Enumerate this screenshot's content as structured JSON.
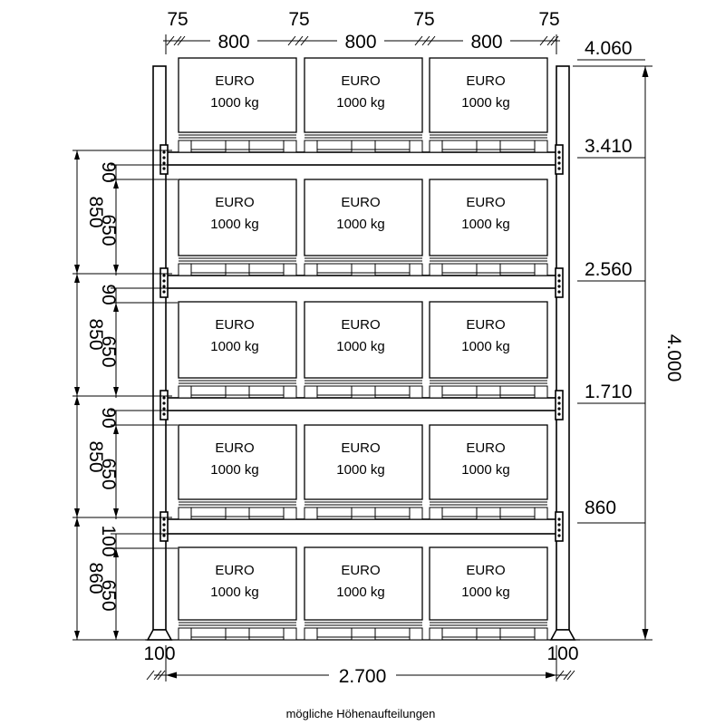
{
  "top_dims": {
    "gaps": [
      "75",
      "75",
      "75",
      "75"
    ],
    "widths": [
      "800",
      "800",
      "800"
    ]
  },
  "pallet": {
    "line1": "EURO",
    "line2": "1000 kg"
  },
  "level_heights": [
    "4.060",
    "3.410",
    "2.560",
    "1.710",
    "860"
  ],
  "total_height": "4.000",
  "sections": [
    {
      "total": "850",
      "beam": "90",
      "clear": "650"
    },
    {
      "total": "850",
      "beam": "90",
      "clear": "650"
    },
    {
      "total": "850",
      "beam": "90",
      "clear": "650"
    },
    {
      "total": "860",
      "beam": "100",
      "clear": "650"
    }
  ],
  "bottom_dims": {
    "left_foot": "100",
    "right_foot": "100",
    "total_width": "2.700"
  },
  "caption": "mögliche Höhenaufteilungen"
}
